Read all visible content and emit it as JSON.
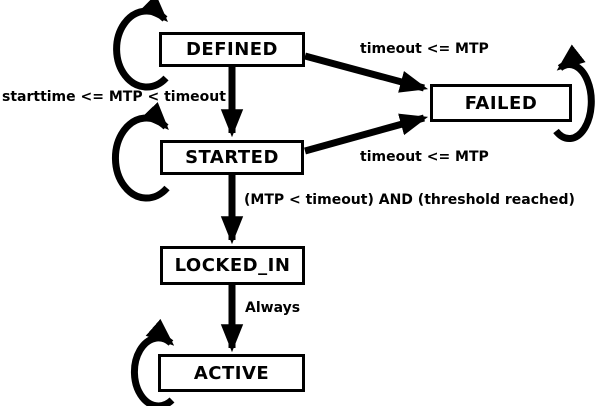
{
  "diagram": {
    "title": "state machine",
    "colors": {
      "background": "#ffffff",
      "line": "#000000",
      "state_fill": "#ffffff"
    },
    "states": [
      {
        "id": "defined",
        "label": "DEFINED",
        "self_loop": true
      },
      {
        "id": "failed",
        "label": "FAILED",
        "self_loop": true
      },
      {
        "id": "started",
        "label": "STARTED",
        "self_loop": true
      },
      {
        "id": "locked_in",
        "label": "LOCKED_IN",
        "self_loop": false
      },
      {
        "id": "active",
        "label": "ACTIVE",
        "self_loop": true
      }
    ],
    "transitions": [
      {
        "from": "DEFINED",
        "to": "FAILED",
        "label": "timeout <= MTP"
      },
      {
        "from": "DEFINED",
        "to": "STARTED",
        "label": "starttime <= MTP < timeout"
      },
      {
        "from": "STARTED",
        "to": "FAILED",
        "label": "timeout <= MTP"
      },
      {
        "from": "STARTED",
        "to": "LOCKED_IN",
        "label": "(MTP < timeout) AND (threshold reached)"
      },
      {
        "from": "LOCKED_IN",
        "to": "ACTIVE",
        "label": "Always"
      }
    ]
  }
}
